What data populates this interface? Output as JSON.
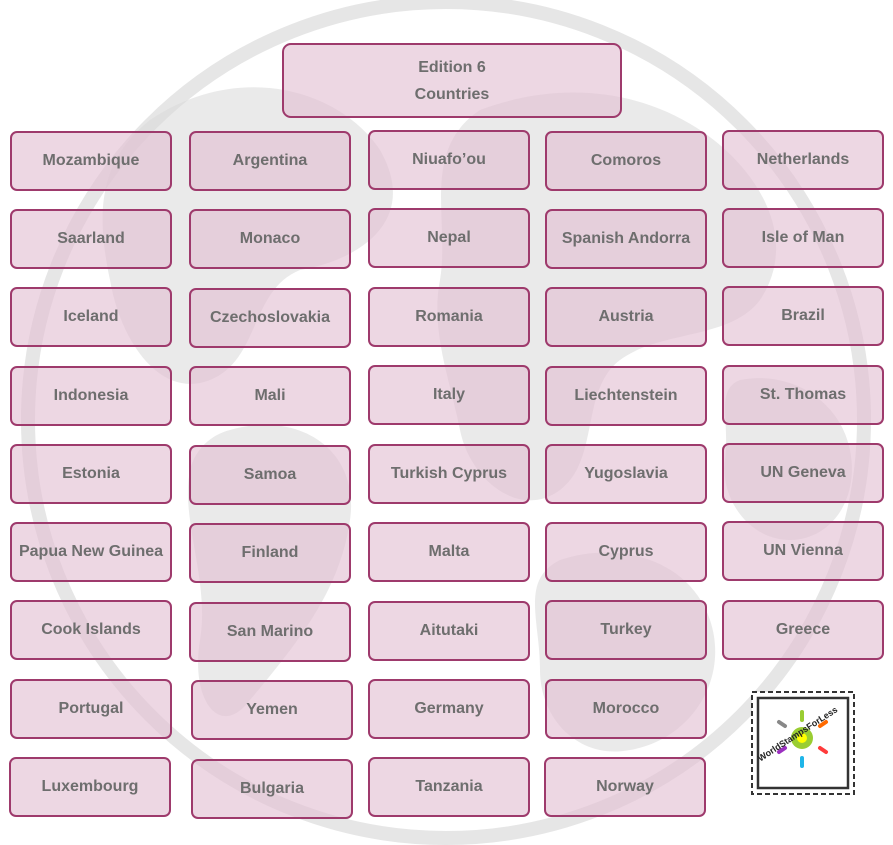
{
  "header": {
    "line1": "Edition 6",
    "line2": "Countries"
  },
  "countries": [
    "Mozambique",
    "Argentina",
    "Niuafo’ou",
    "Comoros",
    "Netherlands",
    "Saarland",
    "Monaco",
    "Nepal",
    "Spanish Andorra",
    "Isle of Man",
    "Iceland",
    "Czechoslovakia",
    "Romania",
    "Austria",
    "Brazil",
    "Indonesia",
    "Mali",
    "Italy",
    "Liechtenstein",
    "St. Thomas",
    "Estonia",
    "Samoa",
    "Turkish Cyprus",
    "Yugoslavia",
    "UN Geneva",
    "Papua New Guinea",
    "Finland",
    "Malta",
    "Cyprus",
    "UN Vienna",
    "Cook Islands",
    "San Marino",
    "Aitutaki",
    "Turkey",
    "Greece",
    "Portugal",
    "Yemen",
    "Germany",
    "Morocco",
    "Luxembourg",
    "Bulgaria",
    "Tanzania",
    "Norway"
  ],
  "logo": {
    "text": "WorldStampsForLess"
  },
  "colors": {
    "tile_border": "#9e3a6c",
    "tile_fill": "#e8cadb",
    "text": "#6e6e6e"
  }
}
